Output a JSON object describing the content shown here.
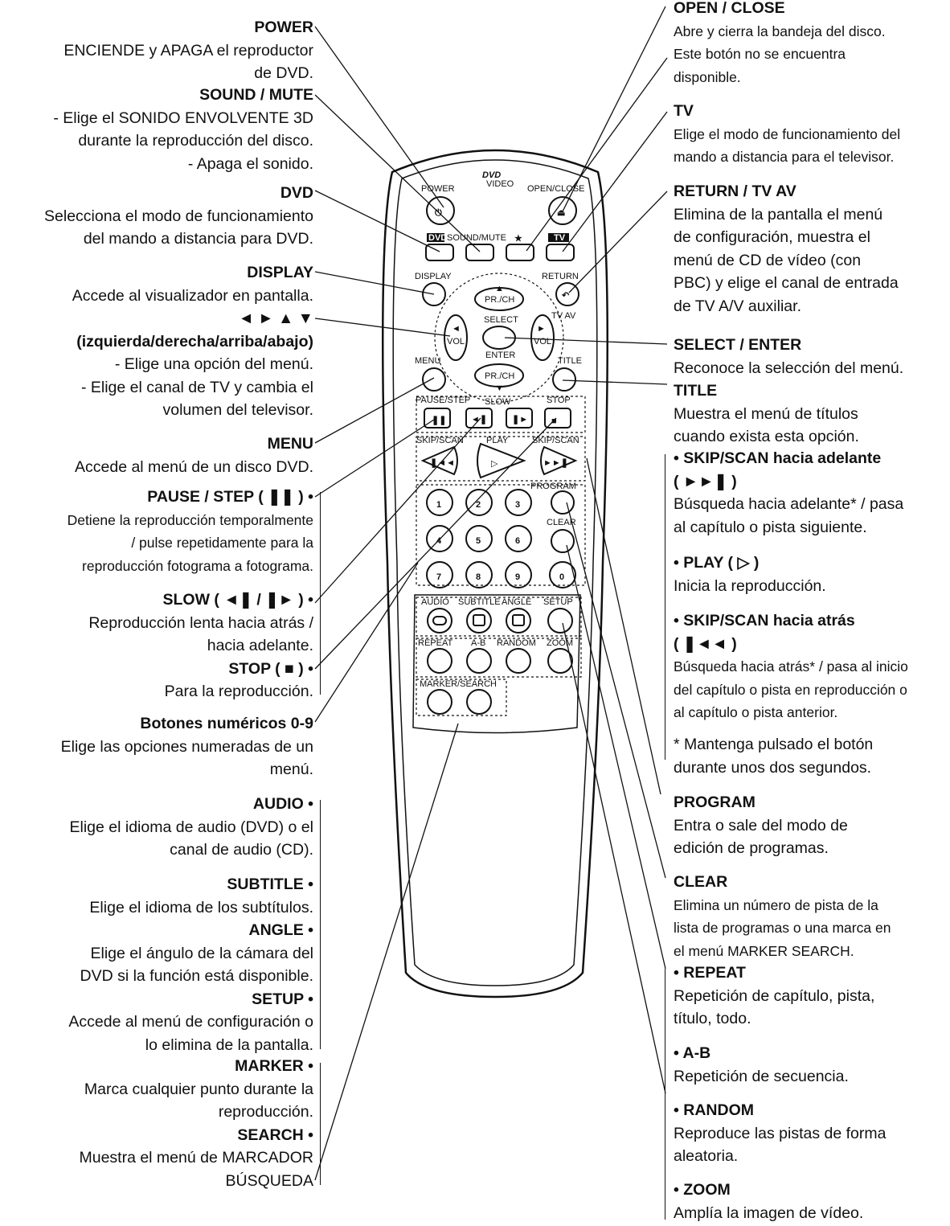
{
  "left": [
    {
      "id": "power",
      "title": "POWER",
      "lines": [
        "ENCIENDE y APAGA el reproductor",
        "de DVD."
      ]
    },
    {
      "id": "sound",
      "title": "SOUND / MUTE",
      "lines": [
        "- Elige el SONIDO ENVOLVENTE 3D",
        "durante la reproducción del disco.",
        "- Apaga el sonido."
      ]
    },
    {
      "id": "dvd",
      "title": "DVD",
      "lines": [
        "Selecciona el modo de funcionamiento",
        "del mando a distancia para DVD."
      ]
    },
    {
      "id": "display",
      "title": "DISPLAY",
      "lines": [
        "Accede al visualizador en pantalla."
      ]
    },
    {
      "id": "arrows",
      "title": "◄ ► ▲ ▼",
      "lines": []
    },
    {
      "id": "arrows2",
      "title": "(izquierda/derecha/arriba/abajo)",
      "lines": [
        "- Elige una opción del menú.",
        "- Elige el canal de TV y cambia el",
        "volumen del televisor."
      ]
    },
    {
      "id": "menu",
      "title": "MENU",
      "lines": [
        "Accede al menú de un disco DVD."
      ]
    },
    {
      "id": "pause",
      "title": "PAUSE / STEP ( ❚❚ ) •",
      "lines": [
        "Detiene la reproducción temporalmente",
        "/ pulse repetidamente para la",
        "reproducción fotograma a fotograma."
      ],
      "cond": true
    },
    {
      "id": "slow",
      "title": "SLOW  ( ◄❚ / ❚► ) •",
      "lines": [
        "Reproducción lenta hacia atrás /",
        "hacia adelante."
      ]
    },
    {
      "id": "stop",
      "title": "STOP ( ■ ) •",
      "lines": [
        "Para la reproducción."
      ]
    },
    {
      "id": "numeric",
      "title": "Botones numéricos 0-9",
      "lines": [
        "Elige las opciones numeradas de un",
        "menú."
      ]
    },
    {
      "id": "audio",
      "title": "AUDIO •",
      "lines": [
        "Elige el idioma de audio (DVD) o el",
        "canal de audio (CD)."
      ]
    },
    {
      "id": "subtitle",
      "title": "SUBTITLE •",
      "lines": [
        "Elige el idioma de los subtítulos."
      ]
    },
    {
      "id": "angle",
      "title": "ANGLE •",
      "lines": [
        "Elige el ángulo de la cámara del",
        "DVD si la función está disponible."
      ]
    },
    {
      "id": "setup",
      "title": "SETUP •",
      "lines": [
        "Accede al menú de configuración o",
        "lo elimina de la pantalla."
      ]
    },
    {
      "id": "marker",
      "title": "MARKER •",
      "lines": [
        "Marca cualquier punto durante la",
        "reproducción."
      ]
    },
    {
      "id": "search",
      "title": "SEARCH •",
      "lines": [
        "Muestra el menú de MARCADOR",
        "BÚSQUEDA"
      ]
    }
  ],
  "right": [
    {
      "id": "open",
      "title": "OPEN / CLOSE",
      "lines": [
        "Abre y cierra la bandeja del disco.",
        "Este botón no se encuentra",
        "disponible."
      ],
      "cond": true
    },
    {
      "id": "tv",
      "title": "TV",
      "lines": [
        "Elige el modo de funcionamiento del",
        "mando a distancia para el televisor."
      ],
      "cond": true
    },
    {
      "id": "return",
      "title": "RETURN / TV AV",
      "lines": [
        "Elimina de la pantalla el menú",
        "de configuración, muestra el",
        "menú de CD de vídeo (con",
        "PBC) y elige el canal de entrada",
        "de TV A/V auxiliar."
      ]
    },
    {
      "id": "select",
      "title": "SELECT / ENTER",
      "lines": [
        "Reconoce la selección del menú."
      ]
    },
    {
      "id": "titleb",
      "title": "TITLE",
      "lines": [
        "Muestra el menú de títulos",
        "cuando exista esta opción."
      ]
    },
    {
      "id": "skipf",
      "title": "• SKIP/SCAN hacia adelante",
      "lines": []
    },
    {
      "id": "skipf2",
      "title": "( ►►❚ )",
      "lines": [
        "Búsqueda hacia adelante* / pasa",
        "al capítulo o pista siguiente."
      ]
    },
    {
      "id": "play",
      "title": "• PLAY ( ▷ )",
      "lines": [
        "Inicia la reproducción."
      ]
    },
    {
      "id": "skipb",
      "title": "• SKIP/SCAN hacia atrás",
      "lines": []
    },
    {
      "id": "skipb2",
      "title": "( ❚◄◄ )",
      "lines": [
        "Búsqueda hacia atrás* / pasa al inicio",
        "del capítulo o pista en reproducción o",
        "al capítulo o pista anterior."
      ],
      "cond": true
    },
    {
      "id": "note",
      "title": "",
      "lines": [
        "*  Mantenga pulsado el botón",
        "durante unos dos segundos."
      ]
    },
    {
      "id": "program",
      "title": "PROGRAM",
      "lines": [
        "Entra o sale del modo de",
        "edición de programas."
      ]
    },
    {
      "id": "clear",
      "title": "CLEAR",
      "lines": [
        "Elimina un número de pista de la",
        "lista de programas o una marca en",
        "el menú MARKER SEARCH."
      ],
      "cond": true
    },
    {
      "id": "repeat",
      "title": "• REPEAT",
      "lines": [
        "Repetición de capítulo, pista,",
        "título, todo."
      ]
    },
    {
      "id": "ab",
      "title": "• A-B",
      "lines": [
        "Repetición de secuencia."
      ]
    },
    {
      "id": "random",
      "title": "• RANDOM",
      "lines": [
        "Reproduce las pistas de forma",
        "aleatoria."
      ]
    },
    {
      "id": "zoom",
      "title": "• ZOOM",
      "lines": [
        "Amplía la imagen de vídeo."
      ]
    }
  ],
  "remote": {
    "logo": "DVD",
    "logo_sub": "VIDEO",
    "power": "POWER",
    "open_close": "OPEN/CLOSE",
    "dvd": "DVD",
    "sound_mute": "SOUND/MUTE",
    "star": "★",
    "tv": "TV",
    "display": "DISPLAY",
    "return": "RETURN",
    "tv_av": "TV AV",
    "prch": "PR./CH",
    "vol": "VOL",
    "select": "SELECT",
    "enter": "ENTER",
    "menu": "MENU",
    "title": "TITLE",
    "pause_step": "PAUSE/STEP",
    "slow": "SLOW",
    "stop": "STOP",
    "skip_scan": "SKIP/SCAN",
    "play": "PLAY",
    "program": "PROGRAM",
    "clear": "CLEAR",
    "digits": [
      "1",
      "2",
      "3",
      "4",
      "5",
      "6",
      "7",
      "8",
      "9",
      "0"
    ],
    "audio": "AUDIO",
    "subtitle": "SUBTITLE",
    "angle": "ANGLE",
    "setup": "SETUP",
    "repeat": "REPEAT",
    "a_b": "A-B",
    "random": "RANDOM",
    "zoom": "ZOOM",
    "marker_search": "MARKER/SEARCH"
  }
}
